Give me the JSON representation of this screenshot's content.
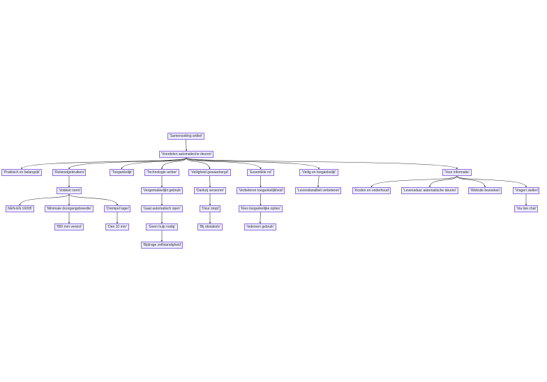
{
  "diagram": {
    "nodes": {
      "root": "'Samenvatting artikel'",
      "main": "'Voordelen automatische deuren'",
      "praktisch": "'Praktisch en belangrijk'",
      "rolstoel": "'Rolstoelgebruikers'",
      "toegankelijk": "'Toegankelijk'",
      "technologie": "'Technologie achter'",
      "veiligheid": "'Veiligheid gewaarborgd'",
      "essentiele": "'Essentiële rol'",
      "veilig": "'Veilig en toegankelijk'",
      "info": "'Voor informatie'",
      "norm": "'Voldoet norm'",
      "nen": "NEN-EN 16005'",
      "doorgang": "'Minimale doorgangsbreedte'",
      "drempel": "'Drempel lager'",
      "mm850": "'850 mm vereist'",
      "mm10": "'Dan 10 mm'",
      "mechanisme": "'Vergemakkelijkt gebruik'",
      "gaat": "'Gaat automatisch open'",
      "hulp": "'Geen hulp nodig'",
      "bijdrage": "'Bijdrage zelfstandigheid'",
      "sensoren": "'Dankzij sensoren'",
      "stopt": "'Deur stopt'",
      "obstakels": "'Bij obstakels'",
      "verbeteren": "'Verbeteren toegankelijkheid'",
      "kies": "'Kies toegankelijke opties'",
      "iedereen": "'Iedereen gebruik'",
      "leven": "'Levenskwaliteit verbeteren'",
      "kosten": "'Kosten en onderhoud'",
      "levensduur": "'Levensduur automatische deuren'",
      "website": "'Website bezoeken'",
      "vragen": "'Vragen stellen'",
      "chat": "'Via live chat'"
    }
  }
}
